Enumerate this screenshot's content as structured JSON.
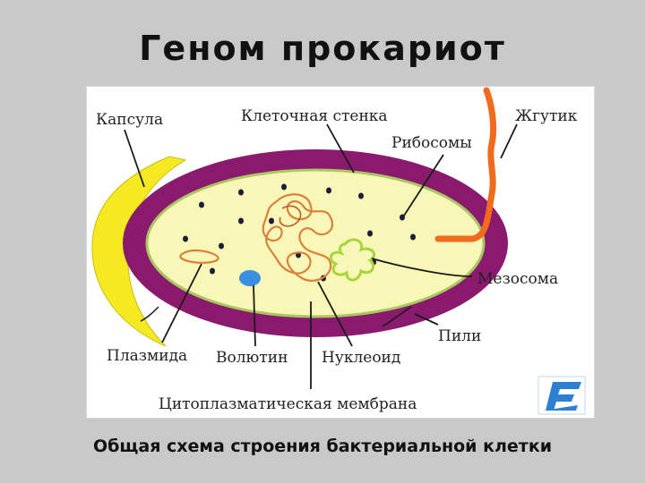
{
  "slide": {
    "title": "Геном прокариот",
    "caption": "Общая схема строения бактериальной клетки"
  },
  "diagram": {
    "labels": {
      "capsule": "Капсула",
      "cell_wall": "Клеточная стенка",
      "ribosomes": "Рибосомы",
      "flagellum": "Жгутик",
      "mesosome": "Мезосома",
      "pili": "Пили",
      "plasmid": "Плазмида",
      "volutin": "Волютин",
      "nucleoid": "Нуклеоид",
      "cytoplasmic_membrane": "Цитоплазматическая мембрана"
    },
    "colors": {
      "capsule": "#f5ea22",
      "cell_wall": "#8a1a6e",
      "cytoplasm": "#f8f7b8",
      "cytoplasm_edge": "#a9c860",
      "flagellum": "#f26a1b",
      "nucleoid": "#d9803a",
      "mesosome": "#a6d63a",
      "volutin": "#3b8fe0",
      "ribosome": "#1d1d3a",
      "logo": "#2c7fd2"
    },
    "logo_icon": "stylized-letter-logo-icon"
  }
}
